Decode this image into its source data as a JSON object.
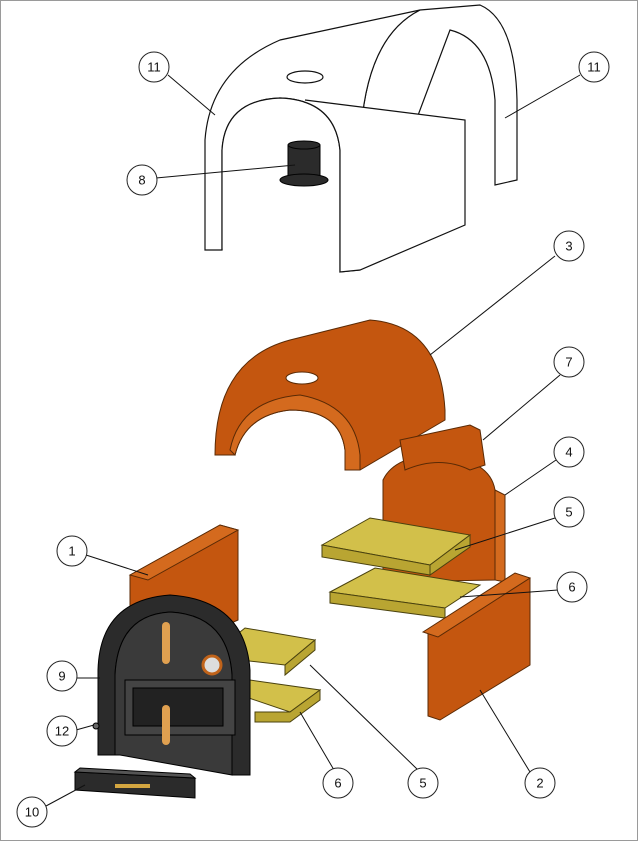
{
  "balloons": {
    "cover_left": "11",
    "cover_right": "11",
    "chimney": "8",
    "dome": "3",
    "back_cap": "7",
    "back_wall": "4",
    "floor_upper_right": "5",
    "floor_lower_right": "6",
    "side_left": "1",
    "door_frame": "9",
    "screw": "12",
    "ash_drawer": "10",
    "floor_lower_left": "6",
    "floor_upper_left": "5",
    "side_right": "2"
  },
  "colors": {
    "refractory": "#c4560f",
    "firebrick": "#b9a532",
    "steel": "#2b2b2b"
  }
}
